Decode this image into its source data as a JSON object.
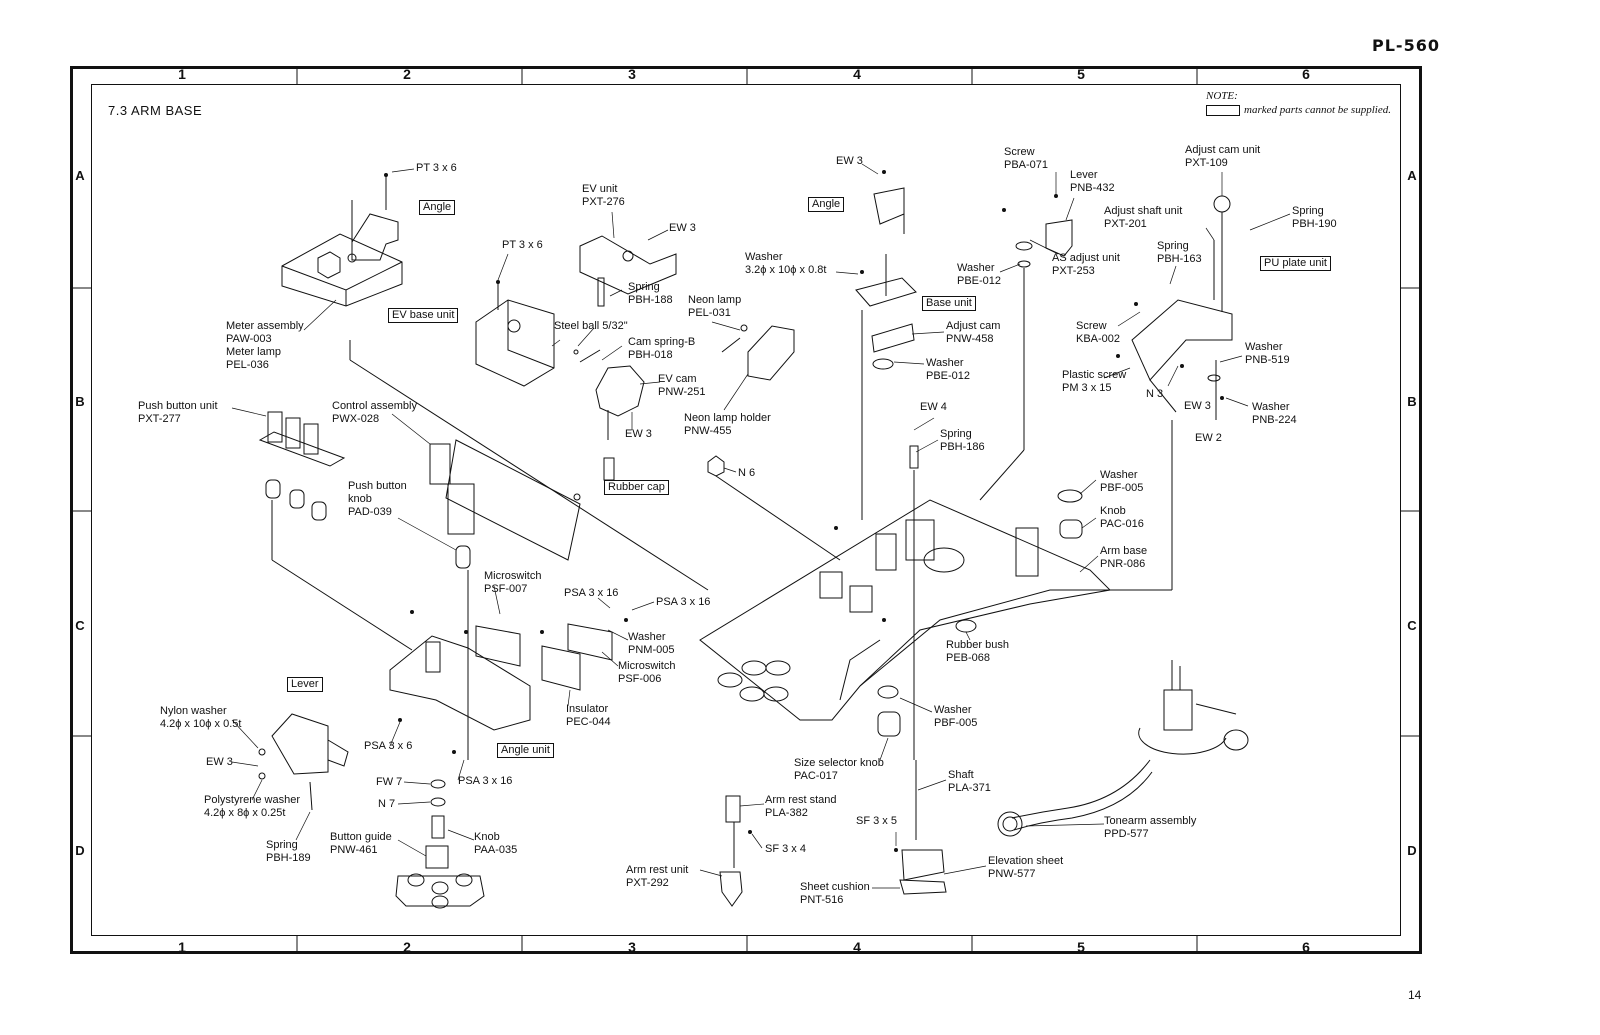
{
  "model": "PL-560",
  "page_number": "14",
  "section_title": "7.3  ARM BASE",
  "note": {
    "heading": "NOTE:",
    "text": "marked parts cannot be supplied."
  },
  "grid": {
    "columns": [
      "1",
      "2",
      "3",
      "4",
      "5",
      "6"
    ],
    "rows": [
      "A",
      "B",
      "C",
      "D"
    ]
  },
  "boxed_labels": {
    "angle_left": "Angle",
    "ev_base_unit": "EV base unit",
    "rubber_cap": "Rubber cap",
    "angle_right": "Angle",
    "base_unit": "Base unit",
    "pu_plate_unit": "PU plate unit",
    "lever": "Lever",
    "angle_unit": "Angle unit"
  },
  "parts": {
    "pt_3x6_top": [
      "PT 3 x 6"
    ],
    "meter_assembly": [
      "Meter assembly",
      "PAW-003",
      "Meter lamp",
      "PEL-036"
    ],
    "push_button_unit": [
      "Push button unit",
      "PXT-277"
    ],
    "control_assembly": [
      "Control assembly",
      "PWX-028"
    ],
    "push_button_knob": [
      "Push button",
      "knob",
      "PAD-039"
    ],
    "ev_unit": [
      "EV unit",
      "PXT-276"
    ],
    "ew3_ev": [
      "EW 3"
    ],
    "pt_3x6_mid": [
      "PT 3 x 6"
    ],
    "spring_188": [
      "Spring",
      "PBH-188"
    ],
    "steel_ball": [
      "Steel ball 5/32\""
    ],
    "cam_spring_b": [
      "Cam spring-B",
      "PBH-018"
    ],
    "ev_cam": [
      "EV cam",
      "PNW-251"
    ],
    "ew3_cam": [
      "EW 3"
    ],
    "neon_lamp": [
      "Neon lamp",
      "PEL-031"
    ],
    "neon_lamp_holder": [
      "Neon lamp holder",
      "PNW-455"
    ],
    "n6": [
      "N 6"
    ],
    "ew3_top": [
      "EW 3"
    ],
    "washer_base": [
      "Washer",
      "3.2ϕ x 10ϕ x 0.8t"
    ],
    "adjust_cam": [
      "Adjust cam",
      "PNW-458"
    ],
    "washer_pbe": [
      "Washer",
      "PBE-012"
    ],
    "ew4": [
      "EW 4"
    ],
    "spring_186": [
      "Spring",
      "PBH-186"
    ],
    "screw_pba": [
      "Screw",
      "PBA-071"
    ],
    "lever_pnb": [
      "Lever",
      "PNB-432"
    ],
    "washer_pbe_r": [
      "Washer",
      "PBE-012"
    ],
    "as_adjust_unit": [
      "AS adjust unit",
      "PXT-253"
    ],
    "adjust_cam_unit": [
      "Adjust cam unit",
      "PXT-109"
    ],
    "adjust_shaft_unit": [
      "Adjust shaft unit",
      "PXT-201"
    ],
    "spring_190": [
      "Spring",
      "PBH-190"
    ],
    "spring_163": [
      "Spring",
      "PBH-163"
    ],
    "screw_kba": [
      "Screw",
      "KBA-002"
    ],
    "plastic_screw": [
      "Plastic screw",
      "PM 3 x 15"
    ],
    "n3": [
      "N 3"
    ],
    "ew3_r": [
      "EW 3"
    ],
    "washer_519": [
      "Washer",
      "PNB-519"
    ],
    "washer_224": [
      "Washer",
      "PNB-224"
    ],
    "ew2": [
      "EW 2"
    ],
    "washer_pbf_top": [
      "Washer",
      "PBF-005"
    ],
    "knob_pac016": [
      "Knob",
      "PAC-016"
    ],
    "arm_base": [
      "Arm base",
      "PNR-086"
    ],
    "rubber_bush": [
      "Rubber bush",
      "PEB-068"
    ],
    "washer_pbf_low": [
      "Washer",
      "PBF-005"
    ],
    "size_selector_knob": [
      "Size selector knob",
      "PAC-017"
    ],
    "shaft": [
      "Shaft",
      "PLA-371"
    ],
    "tonearm_assembly": [
      "Tonearm assembly",
      "PPD-577"
    ],
    "sf_3x5": [
      "SF 3 x 5"
    ],
    "elevation_sheet": [
      "Elevation sheet",
      "PNW-577"
    ],
    "sheet_cushion": [
      "Sheet cushion",
      "PNT-516"
    ],
    "arm_rest_stand": [
      "Arm rest stand",
      "PLA-382"
    ],
    "sf_3x4": [
      "SF 3 x 4"
    ],
    "arm_rest_unit": [
      "Arm rest unit",
      "PXT-292"
    ],
    "microswitch_007": [
      "Microswitch",
      "PSF-007"
    ],
    "psa_3x16_a": [
      "PSA 3 x 16"
    ],
    "psa_3x16_b": [
      "PSA 3 x 16"
    ],
    "washer_pnm": [
      "Washer",
      "PNM-005"
    ],
    "microswitch_006": [
      "Microswitch",
      "PSF-006"
    ],
    "insulator": [
      "Insulator",
      "PEC-044"
    ],
    "nylon_washer": [
      "Nylon washer",
      "4.2ϕ x 10ϕ x 0.5t"
    ],
    "ew3_left": [
      "EW 3"
    ],
    "polystyrene_washer": [
      "Polystyrene washer",
      "4.2ϕ x 8ϕ x 0.25t"
    ],
    "spring_189": [
      "Spring",
      "PBH-189"
    ],
    "psa_3x6": [
      "PSA 3 x 6"
    ],
    "fw7": [
      "FW 7"
    ],
    "n7": [
      "N 7"
    ],
    "psa_3x16_c": [
      "PSA 3 x 16"
    ],
    "button_guide": [
      "Button guide",
      "PNW-461"
    ],
    "knob_paa": [
      "Knob",
      "PAA-035"
    ]
  }
}
